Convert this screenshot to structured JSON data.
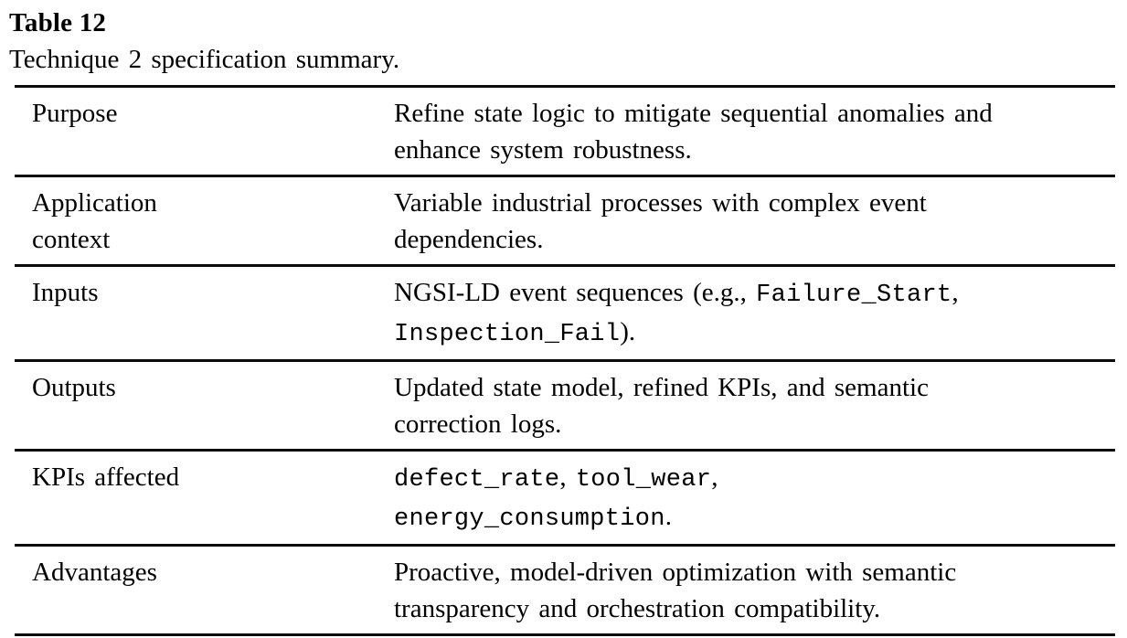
{
  "page": {
    "background_color": "#ffffff",
    "text_color": "#000000",
    "rule_color": "#0b0b0b"
  },
  "table": {
    "label": "Table 12",
    "caption": "Technique 2 specification summary.",
    "columns": [
      "field",
      "description"
    ],
    "rows": [
      {
        "label_lines": [
          "Purpose"
        ],
        "value_lines": [
          [
            {
              "t": "Refine state logic to mitigate sequential anomalies and",
              "mono": false
            }
          ],
          [
            {
              "t": "enhance system robustness.",
              "mono": false
            }
          ]
        ]
      },
      {
        "label_lines": [
          "Application",
          "context"
        ],
        "value_lines": [
          [
            {
              "t": "Variable industrial processes with complex event",
              "mono": false
            }
          ],
          [
            {
              "t": "dependencies.",
              "mono": false
            }
          ]
        ]
      },
      {
        "label_lines": [
          "Inputs"
        ],
        "value_lines": [
          [
            {
              "t": "NGSI-LD event sequences (e.g., ",
              "mono": false
            },
            {
              "t": "Failure_Start",
              "mono": true
            },
            {
              "t": ",",
              "mono": false
            }
          ],
          [
            {
              "t": "Inspection_Fail",
              "mono": true
            },
            {
              "t": ").",
              "mono": false
            }
          ]
        ]
      },
      {
        "label_lines": [
          "Outputs"
        ],
        "value_lines": [
          [
            {
              "t": "Updated state model, refined KPIs, and semantic",
              "mono": false
            }
          ],
          [
            {
              "t": "correction logs.",
              "mono": false
            }
          ]
        ]
      },
      {
        "label_lines": [
          "KPIs affected"
        ],
        "value_lines": [
          [
            {
              "t": "defect_rate",
              "mono": true
            },
            {
              "t": ", ",
              "mono": false
            },
            {
              "t": "tool_wear",
              "mono": true
            },
            {
              "t": ",",
              "mono": false
            }
          ],
          [
            {
              "t": "energy_consumption",
              "mono": true
            },
            {
              "t": ".",
              "mono": false
            }
          ]
        ]
      },
      {
        "label_lines": [
          "Advantages"
        ],
        "value_lines": [
          [
            {
              "t": "Proactive, model-driven optimization with semantic",
              "mono": false
            }
          ],
          [
            {
              "t": "transparency and orchestration compatibility.",
              "mono": false
            }
          ]
        ]
      }
    ]
  }
}
